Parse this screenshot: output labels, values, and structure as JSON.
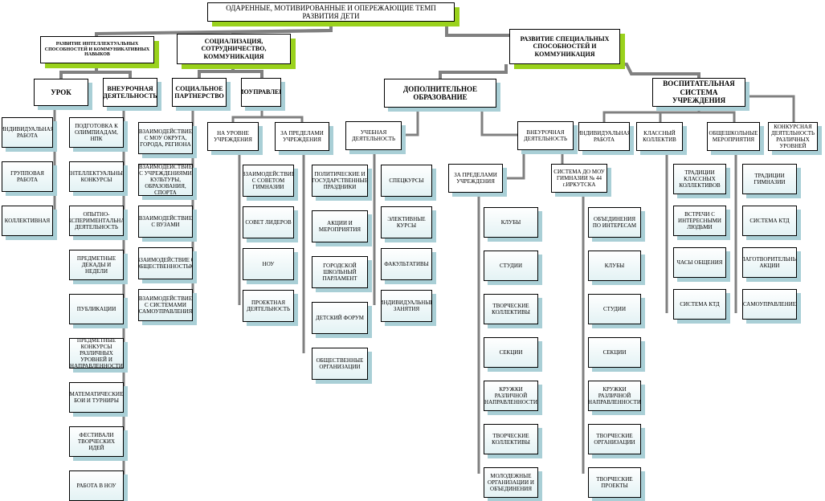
{
  "root": "ОДАРЕННЫЕ, МОТИВИРОВАННЫЕ И ОПЕРЕЖАЮЩИЕ ТЕМП РАЗВИТИЯ ДЕТИ",
  "level1": {
    "intel": "РАЗВИТИЕ ИНТЕЛЛЕКТУАЛЬНЫХ СПОСОБНОСТЕЙ И КОММУНИКАТИВНЫХ НАВЫКОВ",
    "social": "СОЦИАЛИЗАЦИЯ, СОТРУДНИЧЕСТВО, КОММУНИКАЦИЯ",
    "special": "РАЗВИТИЕ СПЕЦИАЛЬНЫХ СПОСОБНОСТЕЙ И КОММУНИКАЦИЯ"
  },
  "level2": {
    "lesson": "УРОК",
    "extra": "ВНЕУРОЧНАЯ ДЕЯТЕЛЬНОСТЬ",
    "partner": "СОЦИАЛЬНОЕ ПАРТНЕРСТВО",
    "selfgov": "САМОУПРАВЛЕНИЕ",
    "addedu": "ДОПОЛНИТЕЛЬНОЕ ОБРАЗОВАНИЕ",
    "upbring": "ВОСПИТАТЕЛЬНАЯ СИСТЕМА УЧРЕЖДЕНИЯ"
  },
  "lesson_items": [
    "ИНДИВИДУАЛЬНАЯ РАБОТА",
    "ГРУППОВАЯ РАБОТА",
    "КОЛЛЕКТИВНАЯ"
  ],
  "extra_items": [
    "ПОДГОТОВКА К ОЛИМПИАДАМ, НПК",
    "ИНТЕЛЛЕКТУАЛЬНЫЕ КОНКУРСЫ",
    "ОПЫТНО-ЭКСПЕРИМЕНТАЛЬНАЯ ДЕЯТЕЛЬНОСТЬ",
    "ПРЕДМЕТНЫЕ ДЕКАДЫ И НЕДЕЛИ",
    "ПУБЛИКАЦИИ",
    "ПРЕДМЕТНЫЕ КОНКУРСЫ РАЗЛИЧНЫХ УРОВНЕЙ И НАПРАВЛЕННОСТИ",
    "МАТЕМАТИЧЕСКИЕ БОИ И ТУРНИРЫ",
    "ФЕСТИВАЛИ ТВОРЧЕСКИХ ИДЕЙ",
    "РАБОТА В НОУ"
  ],
  "partner_items": [
    "ВЗАИМОДЕЙСТВИЕ С МОУ ОКРУГА, ГОРОДА, РЕГИОНА",
    "ВЗАИМОДЕЙСТВИЕ С УЧРЕЖДЕНИЯМИ КУЛЬТУРЫ, ОБРАЗОВАНИЯ, СПОРТА",
    "ВЗАИМОДЕЙСТВИЕ С ВУЗАМИ",
    "ВЗАИМОДЕЙСТВИЕ С ОБЩЕСТВЕННОСТЬЮ",
    "ВЗАИМОДЕЙСТВИЕ С СИСТЕМАМИ САМОУПРАВЛЕНИЯ"
  ],
  "selfgov_sub": [
    "НА УРОВНЕ УЧРЕЖДЕНИЯ",
    "ЗА ПРЕДЕЛАМИ УЧРЕЖДЕНИЯ"
  ],
  "inside_items": [
    "ВЗАИМОДЕЙСТВИЕ С СОВЕТОМ ГИМНАЗИИ",
    "СОВЕТ ЛИДЕРОВ",
    "НОУ",
    "ПРОЕКТНАЯ ДЕЯТЕЛЬНОСТЬ"
  ],
  "outside_items": [
    "ПОЛИТИЧЕСКИЕ И ГОСУДАРСТВЕННЫЕ ПРАЗДНИКИ",
    "АКЦИИ И МЕРОПРИЯТИЯ",
    "ГОРОДСКОЙ ШКОЛЬНЫЙ ПАРЛАМЕНТ",
    "ДЕТСКИЙ ФОРУМ",
    "ОБЩЕСТВЕННЫЕ ОРГАНИЗАЦИИ"
  ],
  "addedu_sub": [
    "УЧЕБНАЯ ДЕЯТЕЛЬНОСТЬ",
    "ВНЕУРОЧНАЯ ДЕЯТЕЛЬНОСТЬ"
  ],
  "study_items": [
    "СПЕЦКУРСЫ",
    "ЭЛЕКТИВНЫЕ КУРСЫ",
    "ФАКУЛЬТАТИВЫ",
    "ИНДИВИДУАЛЬНЫЕ ЗАНЯТИЯ"
  ],
  "vn_sub": [
    "ЗА ПРЕДЕЛАМИ УЧРЕЖДЕНИЯ",
    "СИСТЕМА ДО МОУ ГИМНАЗИИ № 44 г.ИРКУТСКА"
  ],
  "beyond_items": [
    "КЛУБЫ",
    "СТУДИИ",
    "ТВОРЧЕСКИЕ КОЛЛЕКТИВЫ",
    "СЕКЦИИ",
    "КРУЖКИ РАЗЛИЧНОЙ НАПРАВЛЕННОСТИ",
    "ТВОРЧЕСКИЕ КОЛЛЕКТИВЫ",
    "МОЛОДЕЖНЫЕ ОРГАНИЗАЦИИ И ОБЪЕДИНЕНИЯ"
  ],
  "do_items": [
    "ОБЪЕДИНЕНИЯ ПО ИНТЕРЕСАМ",
    "КЛУБЫ",
    "СТУДИИ",
    "СЕКЦИИ",
    "КРУЖКИ РАЗЛИЧНОЙ НАПРАВЛЕННОСТИ",
    "ТВОРЧЕСКИЕ ОРГАНИЗАЦИИ",
    "ТВОРЧЕСКИЕ ПРОЕКТЫ"
  ],
  "upbring_sub": [
    "ИНДИВИДУАЛЬНАЯ РАБОТА",
    "КЛАССНЫЙ КОЛЛЕКТИВ",
    "ОБЩЕШКОЛЬНЫЕ МЕРОПРИЯТИЯ",
    "КОНКУРСНАЯ ДЕЯТЕЛЬНОСТЬ РАЗЛИЧНЫХ УРОВНЕЙ"
  ],
  "class_items": [
    "ТРАДИЦИИ КЛАССНЫХ КОЛЛЕКТИВОВ",
    "ВСТРЕЧИ С ИНТЕРЕСНЫМИ ЛЮДЬМИ",
    "ЧАСЫ ОБЩЕНИЯ",
    "СИСТЕМА КТД"
  ],
  "school_items": [
    "ТРАДИЦИИ ГИМНАЗИИ",
    "СИСТЕМА КТД",
    "БЛАГОТВОРИТЕЛЬНЫЕ АКЦИИ",
    "САМОУПРАВЛЕНИЕ"
  ],
  "colors": {
    "line": "#808080",
    "shadow": "#a9cfd6",
    "accent": "#9ad21c"
  }
}
